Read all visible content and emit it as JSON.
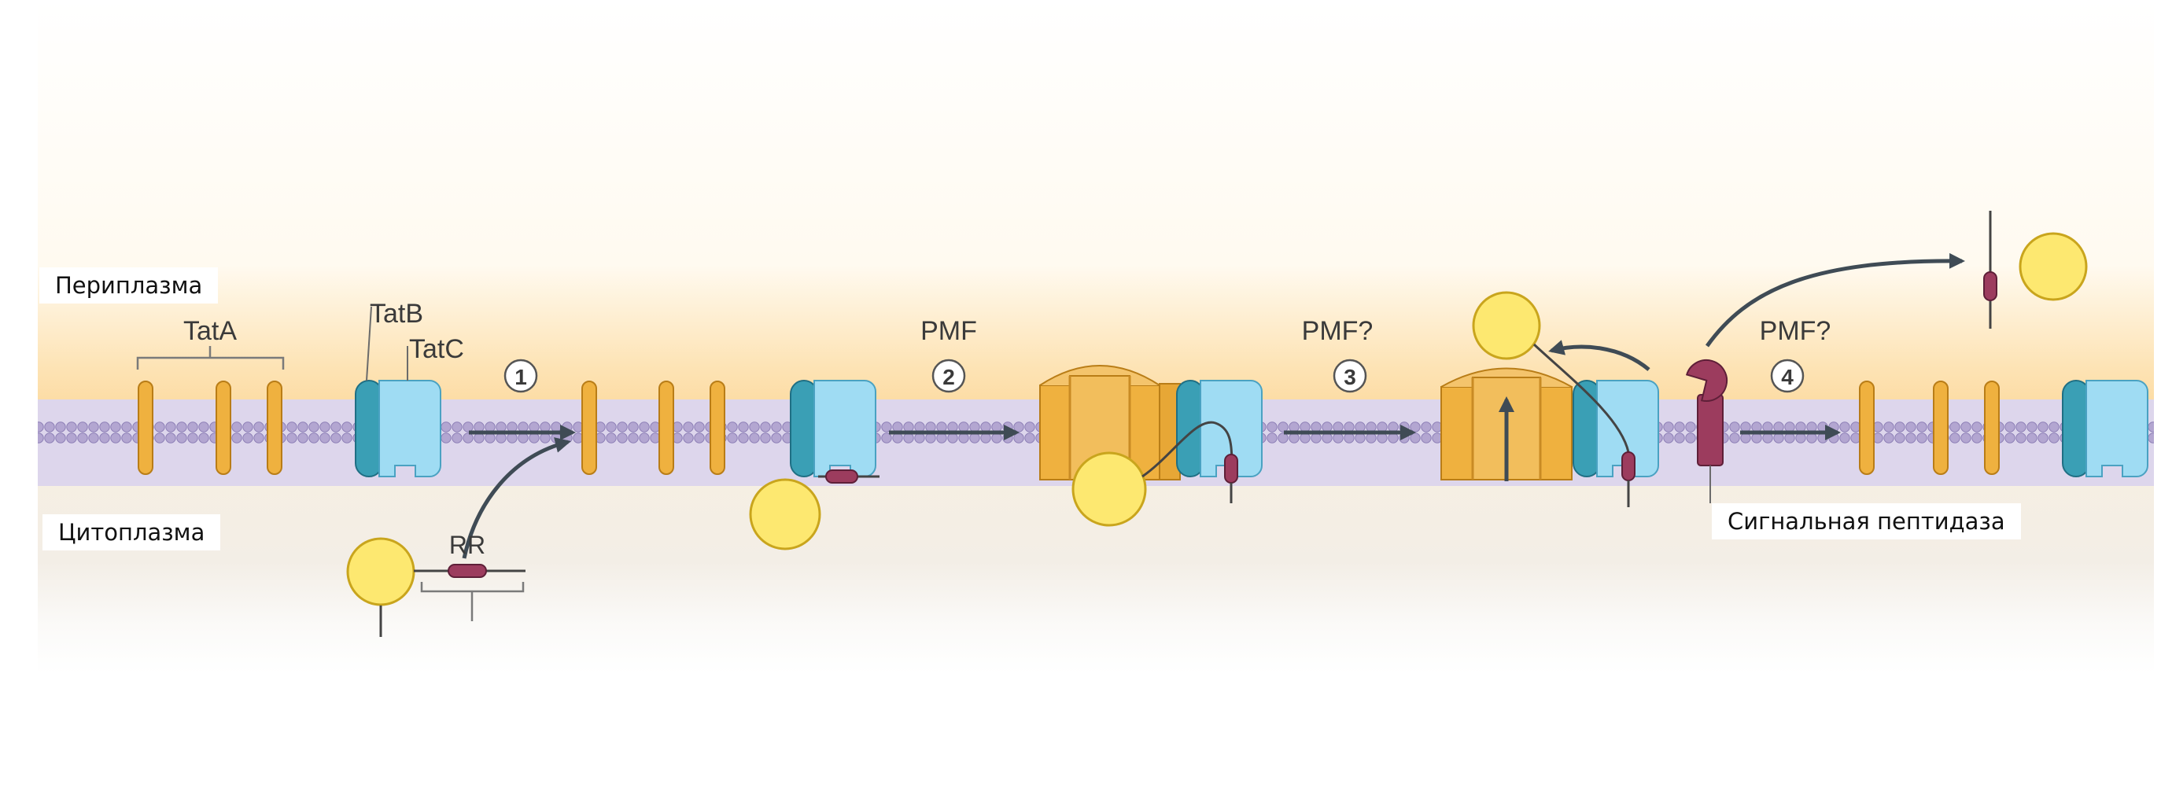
{
  "labels": {
    "periplasm": "Периплазма",
    "cytoplasm": "Цитоплазма",
    "signal_peptidase": "Сигнальная пептидаза",
    "tatA": "TatA",
    "tatB": "TatB",
    "tatC": "TatC",
    "rr": "RR"
  },
  "steps": [
    {
      "number": "1",
      "label": ""
    },
    {
      "number": "2",
      "label": "PMF"
    },
    {
      "number": "3",
      "label": "PMF?"
    },
    {
      "number": "4",
      "label": "PMF?"
    }
  ],
  "colors": {
    "periplasm_top": "#ffffff",
    "periplasm_band": "#fde3b4",
    "membrane_heads": "#b7aad3",
    "membrane_tails": "#ddd6ec",
    "cytoplasm_band": "#f1ece3",
    "tatA": "#efb13f",
    "tatB": "#3a9fb5",
    "tatC": "#9fdcf3",
    "protein": "#fde870",
    "signal_peptide": "#9c3c5e",
    "arrow": "#3f4b55"
  }
}
